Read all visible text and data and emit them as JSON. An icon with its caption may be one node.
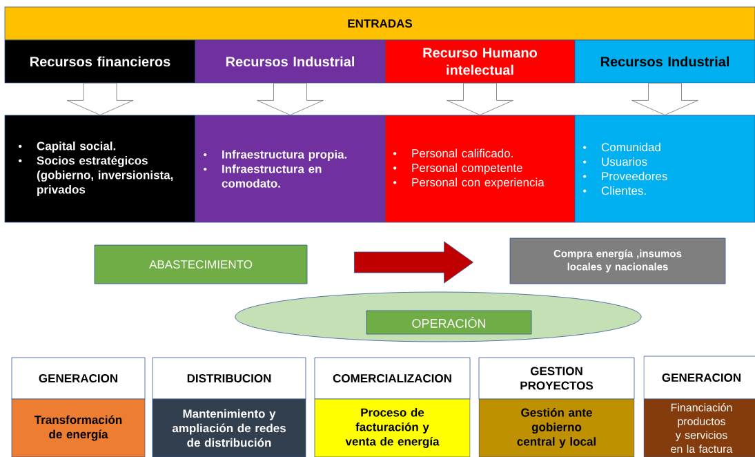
{
  "diagram": {
    "nodes": [
      {
        "text": [
          "ENTRADAS"
        ]
      },
      {
        "text": [
          "Recursos financieros"
        ]
      },
      {
        "text": [
          "Recursos Industrial"
        ]
      },
      {
        "text": [
          "Recurso Humano intelectual"
        ]
      },
      {
        "text": [
          "Recursos Industrial"
        ]
      },
      {
        "text": [
          "Capital social.",
          "Socios estratégicos (gobierno, inversionista, privados"
        ]
      },
      {
        "text": [
          "Infraestructura propia.",
          "Infraestructura en comodato."
        ]
      },
      {
        "text": [
          "Personal calificado.",
          "Personal competente",
          "Personal con experiencia"
        ]
      },
      {
        "text": [
          "Comunidad",
          "Usuarios",
          "Proveedores",
          "Clientes."
        ]
      },
      {
        "text": [
          "ABASTECIMIENTO"
        ]
      },
      {
        "text": [
          "Compra energía ,insumos locales y nacionales"
        ]
      },
      {
        "text": [],
        "shape": "ellipse"
      },
      {
        "text": [
          "OPERACIÓN"
        ],
        "in": 11
      },
      {
        "text": [
          "GENERACION"
        ]
      },
      {
        "text": [
          "Transformación de energía"
        ]
      },
      {
        "text": [
          "DISTRIBUCION"
        ]
      },
      {
        "text": [
          "Mantenimiento y ampliación de redes de distribución"
        ]
      },
      {
        "text": [
          "COMERCIALIZACION"
        ]
      },
      {
        "text": [
          "Proceso de facturación y venta de energía"
        ]
      },
      {
        "text": [
          "GESTION PROYECTOS"
        ]
      },
      {
        "text": [
          "Gestión ante gobierno central y local"
        ]
      },
      {
        "text": [
          "GENERACION"
        ]
      },
      {
        "text": [
          "Financiación productos y servicios en la factura"
        ]
      }
    ],
    "edges": [
      {
        "from": 1,
        "to": 5,
        "arrow": "to"
      },
      {
        "from": 2,
        "to": 6,
        "arrow": "to"
      },
      {
        "from": 3,
        "to": 7,
        "arrow": "to"
      },
      {
        "from": 4,
        "to": 8,
        "arrow": "to"
      },
      {
        "from": 9,
        "to": 10,
        "arrow": "to",
        "color": "#c00000"
      }
    ]
  }
}
